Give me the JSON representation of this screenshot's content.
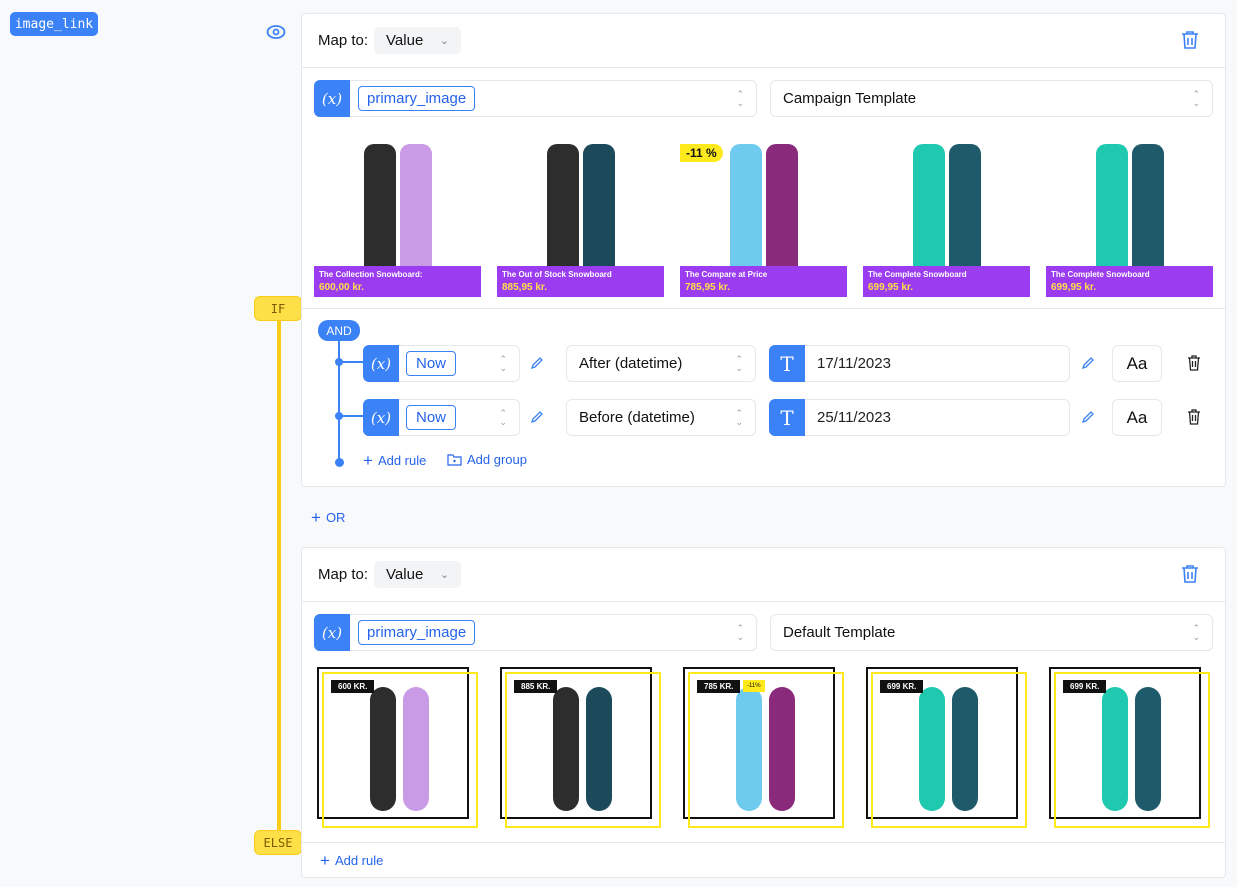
{
  "field_tag": "image_link",
  "if_label": "IF",
  "else_label": "ELSE",
  "or_label": "OR",
  "colors": {
    "accent": "#3b82f6",
    "if_badge": "#fde047",
    "banner": "#9b3cf0",
    "price": "#fde047"
  },
  "blocks": [
    {
      "map_label": "Map to:",
      "map_value": "Value",
      "variable": "primary_image",
      "template": "Campaign Template",
      "products": [
        {
          "name": "The Collection Snowboard:",
          "price": "600,00 kr.",
          "board_colors": [
            "#2d2d2d",
            "#c99ae6"
          ]
        },
        {
          "name": "The Out of Stock Snowboard",
          "price": "885,95 kr.",
          "board_colors": [
            "#2d2d2d",
            "#1c4a5a"
          ]
        },
        {
          "name": "The Compare at Price",
          "price": "785,95 kr.",
          "discount": "-11 %",
          "board_colors": [
            "#6ecbee",
            "#8a2a7a"
          ]
        },
        {
          "name": "The Complete Snowboard",
          "price": "699,95 kr.",
          "board_colors": [
            "#1fc9b0",
            "#1e5a6a"
          ]
        },
        {
          "name": "The Complete Snowboard",
          "price": "699,95 kr.",
          "board_colors": [
            "#1fc9b0",
            "#1e5a6a"
          ]
        }
      ]
    },
    {
      "map_label": "Map to:",
      "map_value": "Value",
      "variable": "primary_image",
      "template": "Default Template",
      "products": [
        {
          "price": "600 KR.",
          "board_colors": [
            "#2d2d2d",
            "#c99ae6"
          ]
        },
        {
          "price": "885 KR.",
          "board_colors": [
            "#2d2d2d",
            "#1c4a5a"
          ]
        },
        {
          "price": "785 KR.",
          "discount": "-11%",
          "board_colors": [
            "#6ecbee",
            "#8a2a7a"
          ]
        },
        {
          "price": "699 KR.",
          "board_colors": [
            "#1fc9b0",
            "#1e5a6a"
          ]
        },
        {
          "price": "699 KR.",
          "board_colors": [
            "#1fc9b0",
            "#1e5a6a"
          ]
        }
      ]
    }
  ],
  "condition": {
    "group_op": "AND",
    "rules": [
      {
        "variable": "Now",
        "operator": "After (datetime)",
        "value": "17/11/2023",
        "case_label": "Aa"
      },
      {
        "variable": "Now",
        "operator": "Before (datetime)",
        "value": "25/11/2023",
        "case_label": "Aa"
      }
    ],
    "add_rule": "Add rule",
    "add_group": "Add group"
  },
  "else_add_rule": "Add rule"
}
